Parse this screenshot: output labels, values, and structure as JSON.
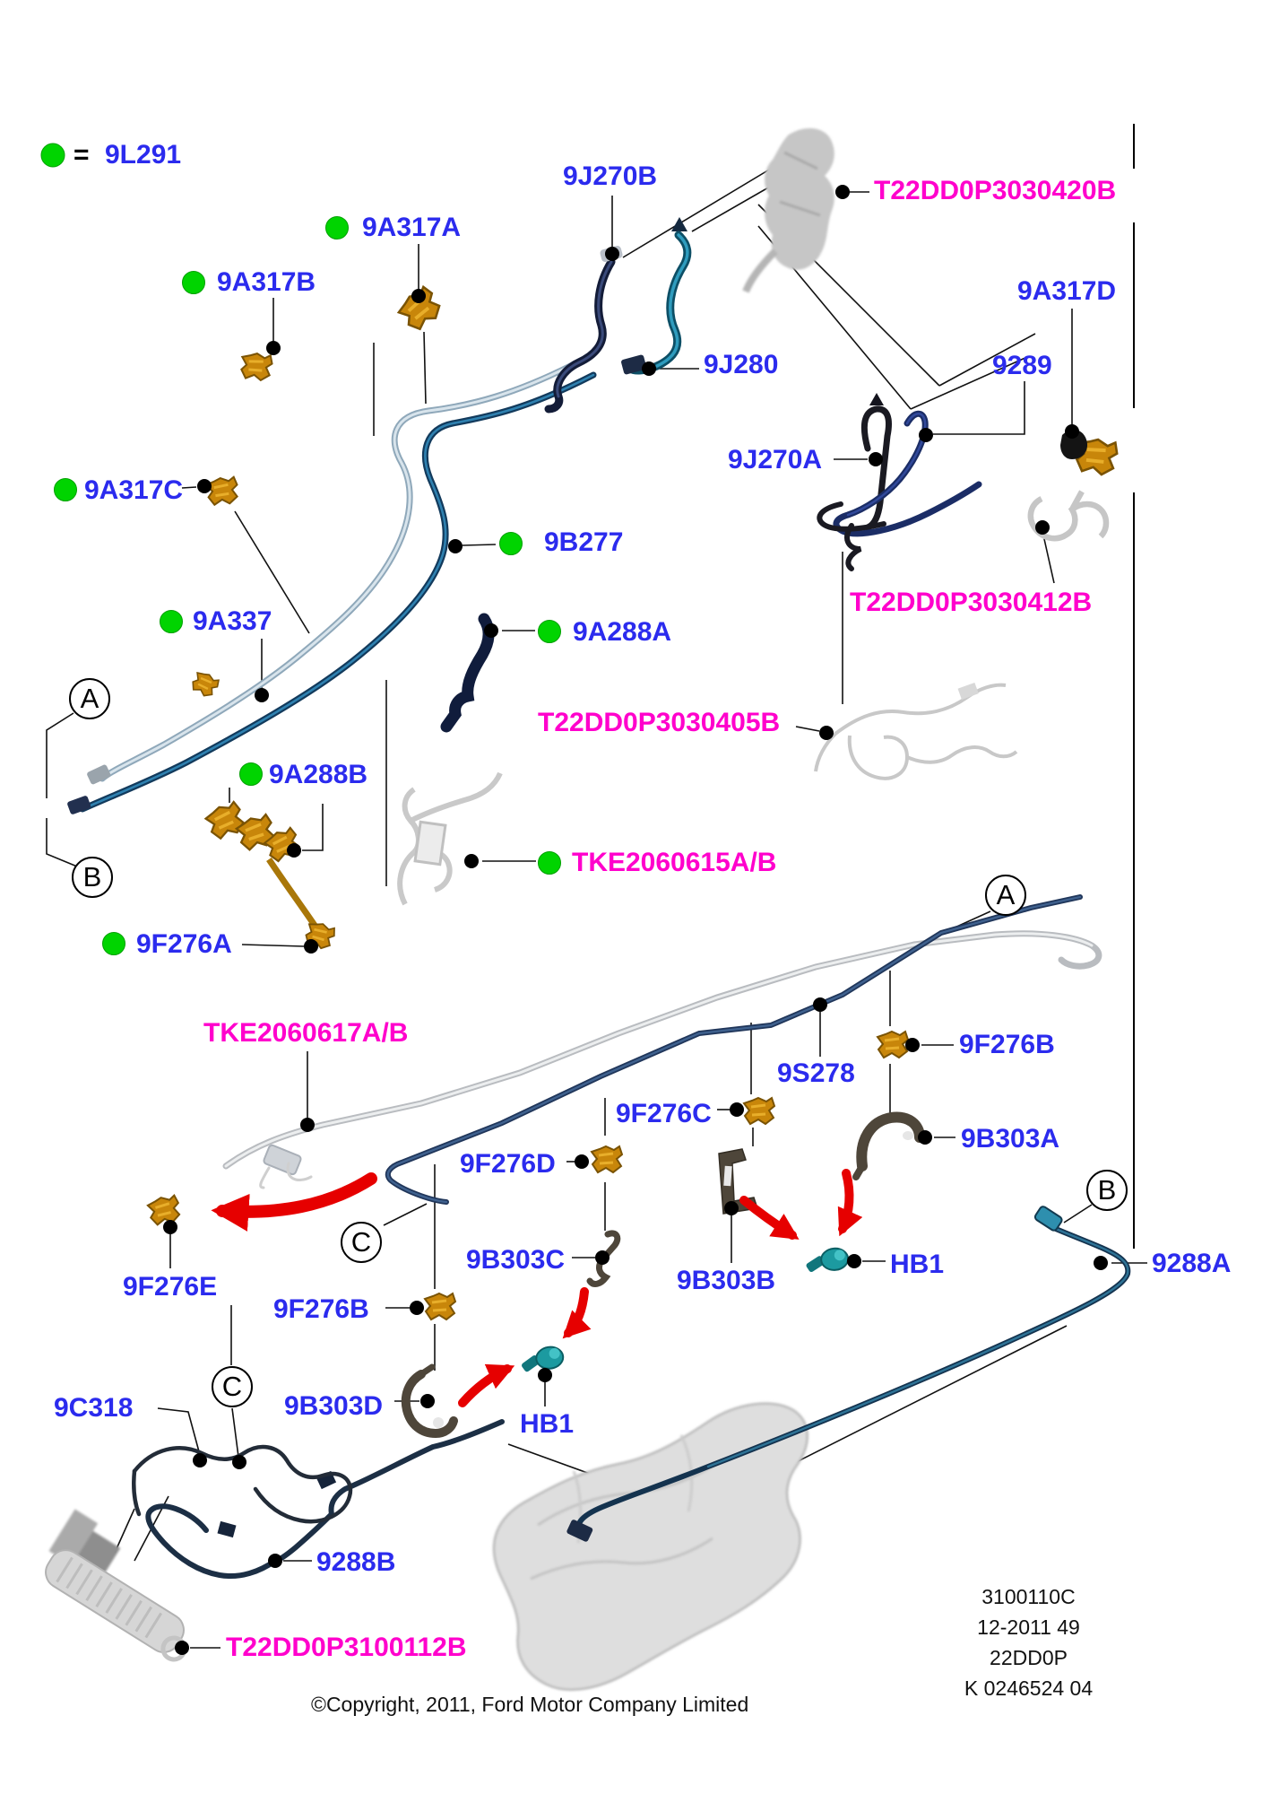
{
  "legend": {
    "equals": "=",
    "part": "9L291"
  },
  "refs": {
    "a": "A",
    "b": "B",
    "c": "C"
  },
  "labels": {
    "a317a": "9A317A",
    "a317b": "9A317B",
    "a317c": "9A317C",
    "a317d": "9A317D",
    "a337": "9A337",
    "j270b": "9J270B",
    "j280": "9J280",
    "j270a": "9J270A",
    "n9289": "9289",
    "b277": "9B277",
    "a288a": "9A288A",
    "a288b": "9A288B",
    "f276a": "9F276A",
    "f276b1": "9F276B",
    "f276b2": "9F276B",
    "f276c": "9F276C",
    "f276d": "9F276D",
    "f276e": "9F276E",
    "s278": "9S278",
    "b303a": "9B303A",
    "b303b": "9B303B",
    "b303c": "9B303C",
    "b303d": "9B303D",
    "hb1a": "HB1",
    "hb1b": "HB1",
    "c318": "9C318",
    "n9288a": "9288A",
    "n9288b": "9288B",
    "t420": "T22DD0P3030420B",
    "t412": "T22DD0P3030412B",
    "t405": "T22DD0P3030405B",
    "t112": "T22DD0P3100112B",
    "tke615": "TKE2060615A/B",
    "tke617": "TKE2060617A/B"
  },
  "footer": {
    "copyright": "©Copyright, 2011, Ford Motor Company Limited",
    "sheet_code": "3100110C",
    "date_code": "12-2011 49",
    "catalog_code": "22DD0P",
    "doc_code": "K 0246524 04"
  },
  "colors": {
    "label_blue": "#2b2bee",
    "label_magenta": "#ff00cc",
    "marker_green": "#00d400",
    "arrow_red": "#e60000",
    "tube_dark": "#1c3a5f",
    "tube_teal": "#2f9cbe",
    "clip_orange": "#c8860a"
  }
}
